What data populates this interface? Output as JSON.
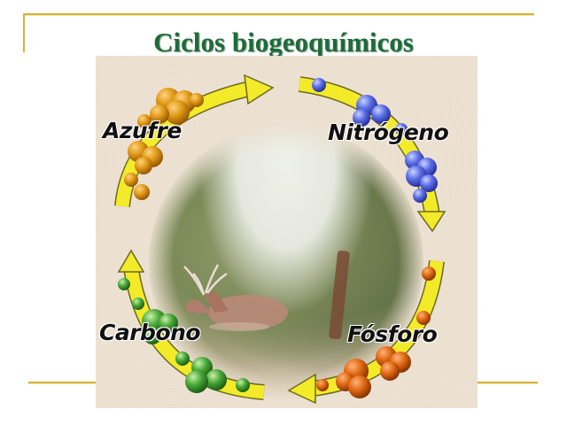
{
  "slide": {
    "title": "Ciclos biogeoquímicos",
    "accent_color": "#d4b33a",
    "title_color": "#1f6b3a"
  },
  "figure": {
    "description": "Ilustración con un ciervo echado bajo árboles, rodeada por flechas amarillas y moléculas de colores",
    "cycles": [
      {
        "label": "Azufre",
        "molecule_color": "#e09a1a",
        "position": "top-left"
      },
      {
        "label": "Nitrógeno",
        "molecule_color": "#5a6ee6",
        "position": "top-right"
      },
      {
        "label": "Fósforo",
        "molecule_color": "#e06a14",
        "position": "bottom-right"
      },
      {
        "label": "Carbono",
        "molecule_color": "#4aa83a",
        "position": "bottom-left"
      }
    ],
    "arrow_color": "#f3ea2a"
  }
}
